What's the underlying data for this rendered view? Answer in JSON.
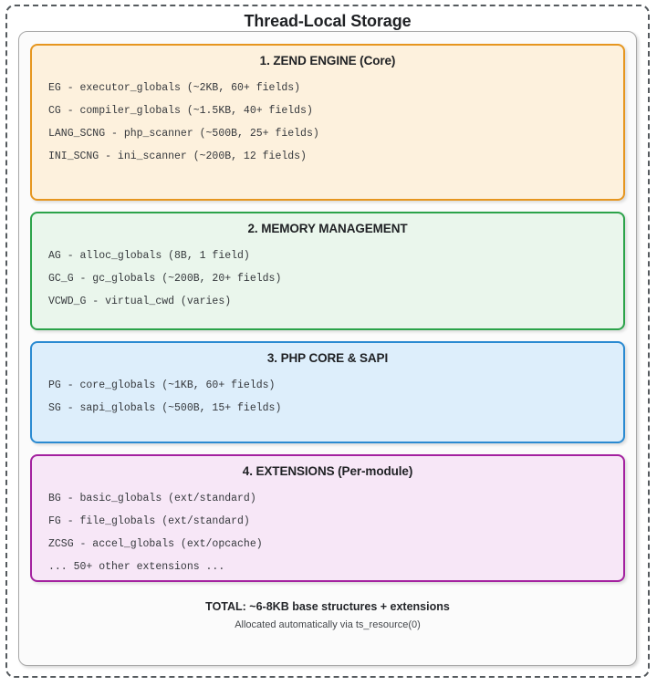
{
  "diagram": {
    "title": "Thread-Local Storage",
    "sections": [
      {
        "id": "zend-engine",
        "title": "1. ZEND ENGINE (Core)",
        "accent": "#e6961f",
        "fill": "#fdf1dd",
        "entries": [
          "EG - executor_globals (~2KB, 60+ fields)",
          "CG - compiler_globals (~1.5KB, 40+ fields)",
          "LANG_SCNG - php_scanner (~500B, 25+ fields)",
          "INI_SCNG - ini_scanner (~200B, 12 fields)"
        ]
      },
      {
        "id": "memory-management",
        "title": "2. MEMORY MANAGEMENT",
        "accent": "#2ca34a",
        "fill": "#eaf6ec",
        "entries": [
          "AG - alloc_globals (8B, 1 field)",
          "GC_G - gc_globals (~200B, 20+ fields)",
          "VCWD_G - virtual_cwd (varies)"
        ]
      },
      {
        "id": "php-core-sapi",
        "title": "3. PHP CORE & SAPI",
        "accent": "#2a8ad1",
        "fill": "#ddeefb",
        "entries": [
          "PG - core_globals (~1KB, 60+ fields)",
          "SG - sapi_globals (~500B, 15+ fields)"
        ]
      },
      {
        "id": "extensions",
        "title": "4. EXTENSIONS (Per-module)",
        "accent": "#a3219f",
        "fill": "#f7e7f7",
        "entries": [
          "BG - basic_globals (ext/standard)",
          "FG - file_globals (ext/standard)",
          "ZCSG - accel_globals (ext/opcache)",
          "... 50+ other extensions ..."
        ]
      }
    ],
    "footer": {
      "total": "TOTAL: ~6-8KB base structures + extensions",
      "note": "Allocated automatically via ts_resource(0)"
    }
  }
}
